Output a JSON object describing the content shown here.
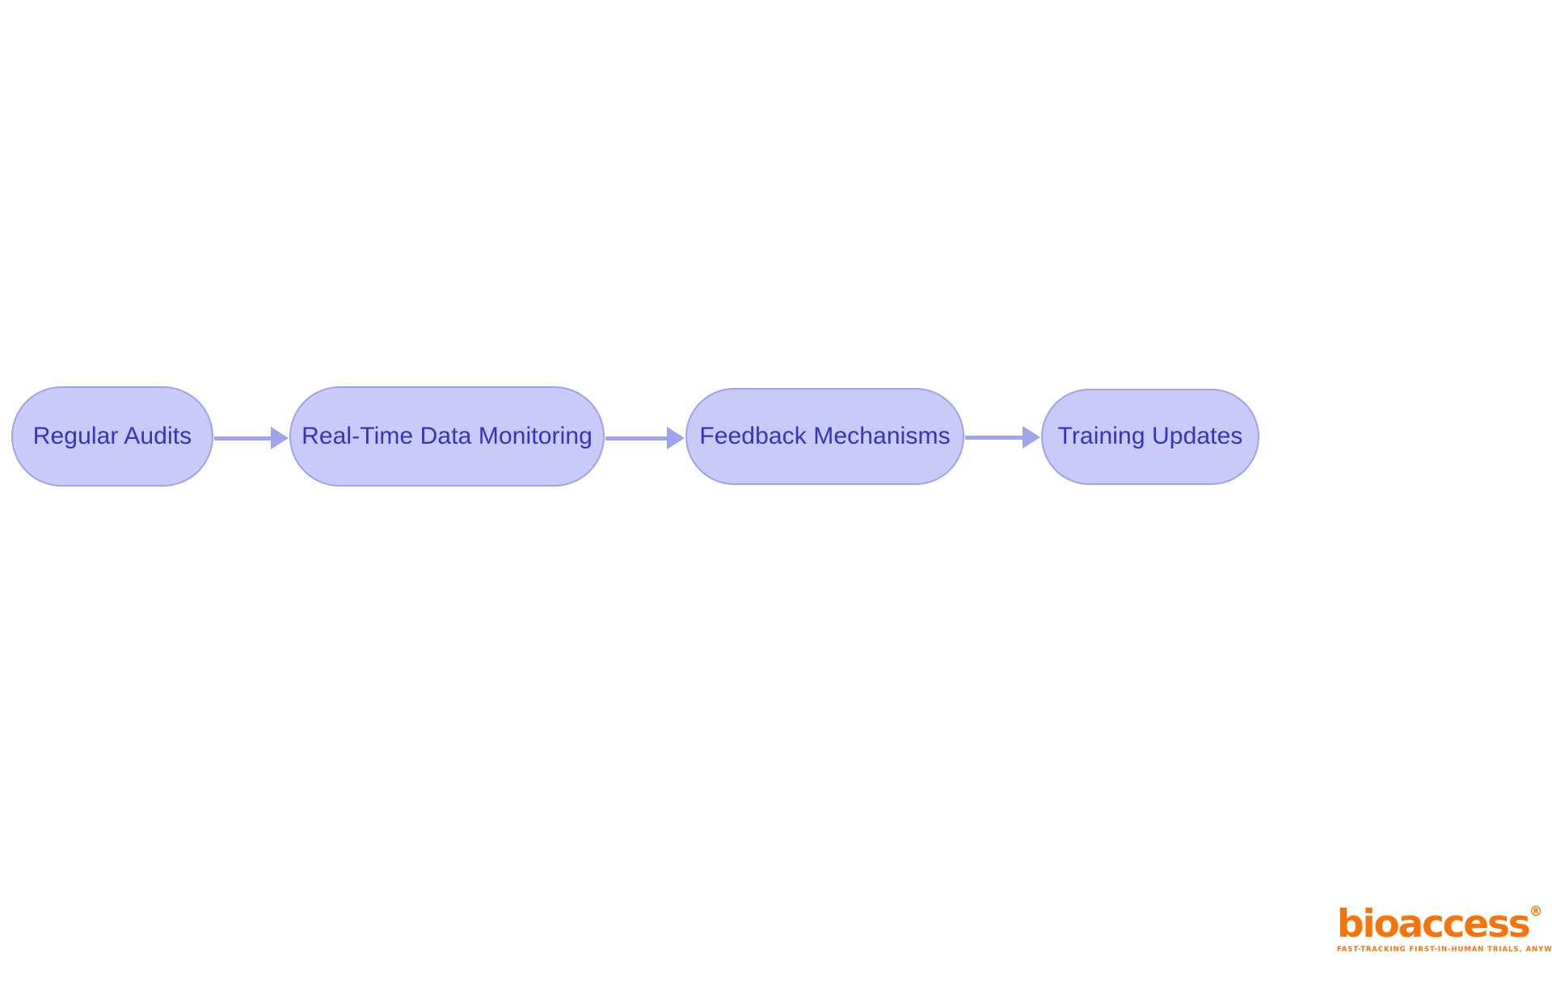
{
  "diagram": {
    "type": "flowchart",
    "orientation": "left-to-right",
    "background_color": "#ffffff",
    "node_fill_color": "#c9caf8",
    "node_border_color": "#9fa2ec",
    "node_text_color": "#3333cc",
    "connector_color": "#9fa2ec",
    "nodes": [
      {
        "id": "n1",
        "label": "Regular Audits"
      },
      {
        "id": "n2",
        "label": "Real-Time Data Monitoring"
      },
      {
        "id": "n3",
        "label": "Feedback Mechanisms"
      },
      {
        "id": "n4",
        "label": "Training Updates"
      }
    ],
    "edges": [
      {
        "from": "n1",
        "to": "n2",
        "label": ""
      },
      {
        "from": "n2",
        "to": "n3",
        "label": ""
      },
      {
        "from": "n3",
        "to": "n4",
        "label": ""
      }
    ]
  },
  "brand": {
    "name": "bioaccess",
    "registered_mark": "®",
    "tagline": "FAST-TRACKING FIRST-IN-HUMAN TRIALS, ANYWHERE",
    "color": "#f97306"
  }
}
